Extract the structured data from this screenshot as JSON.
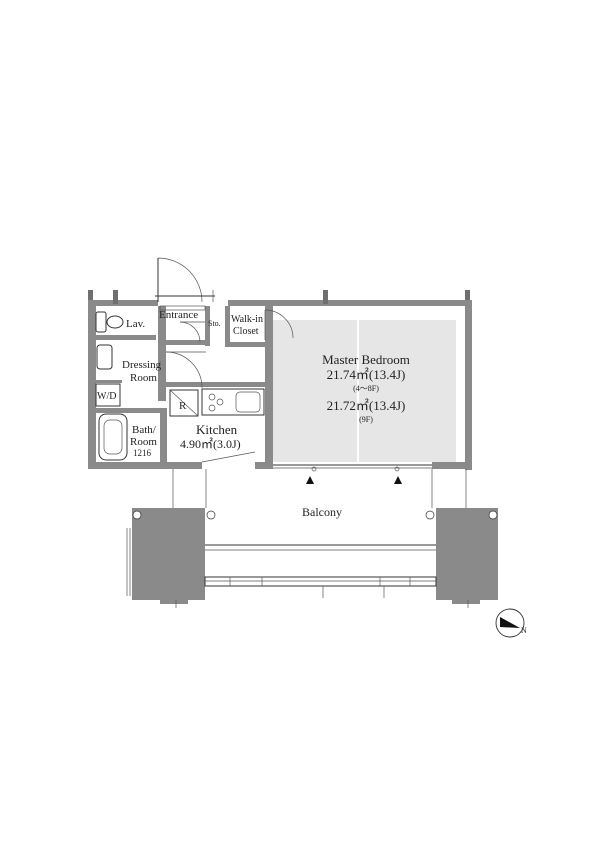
{
  "colors": {
    "wall": "#8a8a8a",
    "room_fill": "#e6e6e6",
    "ink": "#222222",
    "background": "#ffffff"
  },
  "rooms": {
    "entrance": "Entrance",
    "storage": "Sto.",
    "walkin_line1": "Walk-in",
    "walkin_line2": "Closet",
    "lavatory": "Lav.",
    "dressing_line1": "Dressing",
    "dressing_line2": "Room",
    "washer": "W/D",
    "refrigerator": "R",
    "bath_line1": "Bath/",
    "bath_line2": "Room",
    "bath_size": "1216",
    "kitchen_name": "Kitchen",
    "kitchen_area": "4.90㎡(3.0J)",
    "master_name": "Master Bedroom",
    "master_area_1": "21.74㎡(13.4J)",
    "master_floors_1": "(4～8F)",
    "master_area_2": "21.72㎡(13.4J)",
    "master_floors_2": "(9F)",
    "balcony": "Balcony"
  },
  "compass": {
    "label": "N",
    "icon": "north-arrow-icon"
  }
}
